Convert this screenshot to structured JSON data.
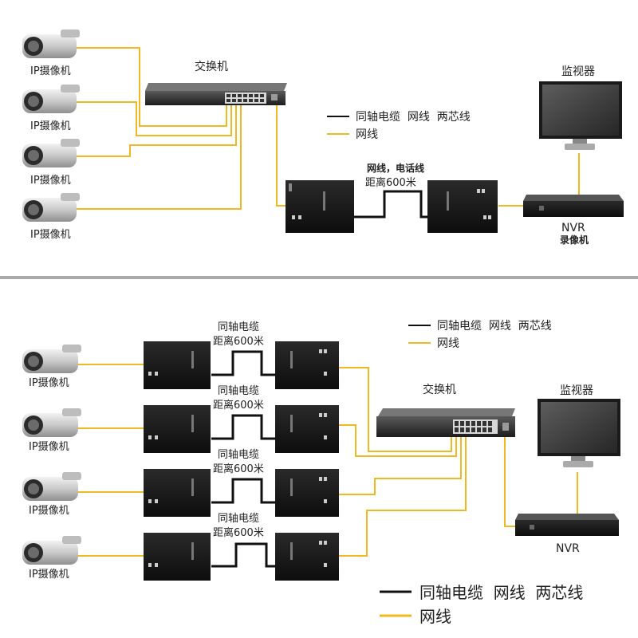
{
  "colors": {
    "coax": "#111111",
    "network": "#f0b823",
    "divider": "#aaaaaa"
  },
  "top": {
    "camera_label": "IP摄像机",
    "switch_label": "交换机",
    "monitor_label": "监视器",
    "nvr_label": "NVR",
    "nvr_sublabel": "录像机",
    "link_label_1": "网线，电话线",
    "link_label_2": "距离600米",
    "legend_coax": "同轴电缆  网线  两芯线",
    "legend_net": "网线"
  },
  "bottom": {
    "camera_label": "IP摄像机",
    "switch_label": "交换机",
    "monitor_label": "监视器",
    "nvr_label": "NVR",
    "link_label_1": "同轴电缆",
    "link_label_2": "距离600米",
    "legend_coax": "同轴电缆  网线  两芯线",
    "legend_net": "网线"
  },
  "icons": [
    "camera-icon",
    "switch-icon",
    "transmitter-icon",
    "receiver-icon",
    "monitor-icon",
    "nvr-icon"
  ]
}
